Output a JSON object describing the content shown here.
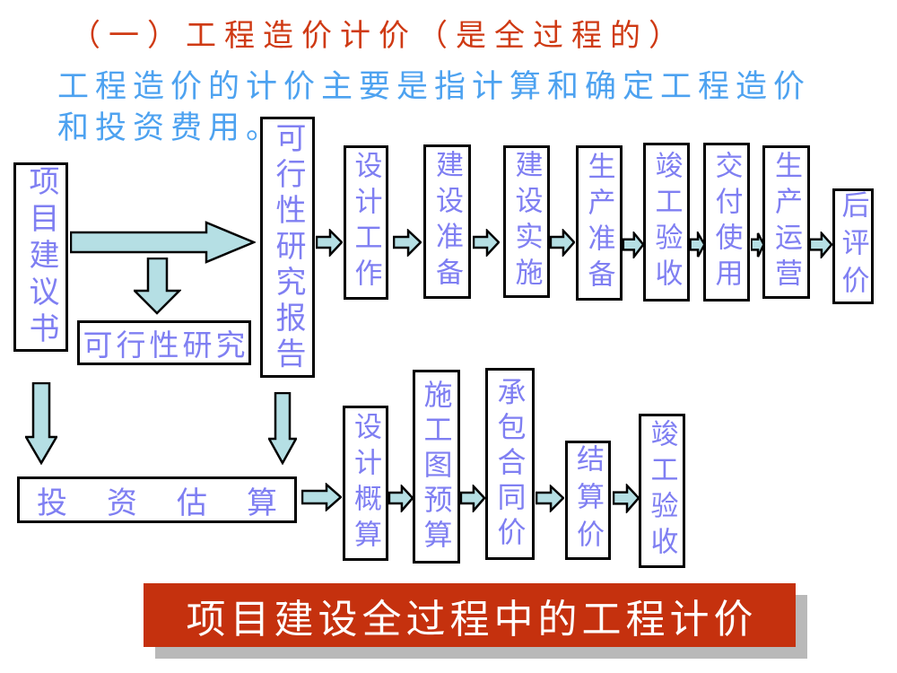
{
  "heading": "（一）工程造价计价（是全过程的）",
  "intro": {
    "line1": "工程造价的计价主要是指计算和确定工程造价",
    "line2": "和投资费用。"
  },
  "flowchart": {
    "project_proposal": "项目建议书",
    "feasibility_study": "可行性研究",
    "feasibility_report": "可行性研究报告",
    "top_chain": {
      "design_work": "设计工作",
      "construction_preparation": "建设准备",
      "construction_implementation": "建设实施",
      "production_preparation": "生产准备",
      "completion_acceptance": "竣工验收",
      "handover_use": "交付使用",
      "production_operation": "生产运营",
      "post_evaluation": "后评价"
    },
    "bottom_chain": {
      "investment_estimate": "投资估算",
      "design_estimate": "设计概算",
      "working_drawing_budget": "施工图预算",
      "contract_price": "承包合同价",
      "settlement_price": "结算价",
      "completion_acceptance": "竣工验收"
    }
  },
  "banner": "项目建设全过程中的工程计价",
  "colors": {
    "heading_red": "#cf3a14",
    "intro_blue": "#4da2f0",
    "node_text_purple": "#7f7ff2",
    "arrow_fill": "#b5dfe4",
    "box_border": "#000000",
    "banner_bg": "#c5310e",
    "banner_text": "#ffffff",
    "banner_shadow": "#b9b9b9"
  }
}
